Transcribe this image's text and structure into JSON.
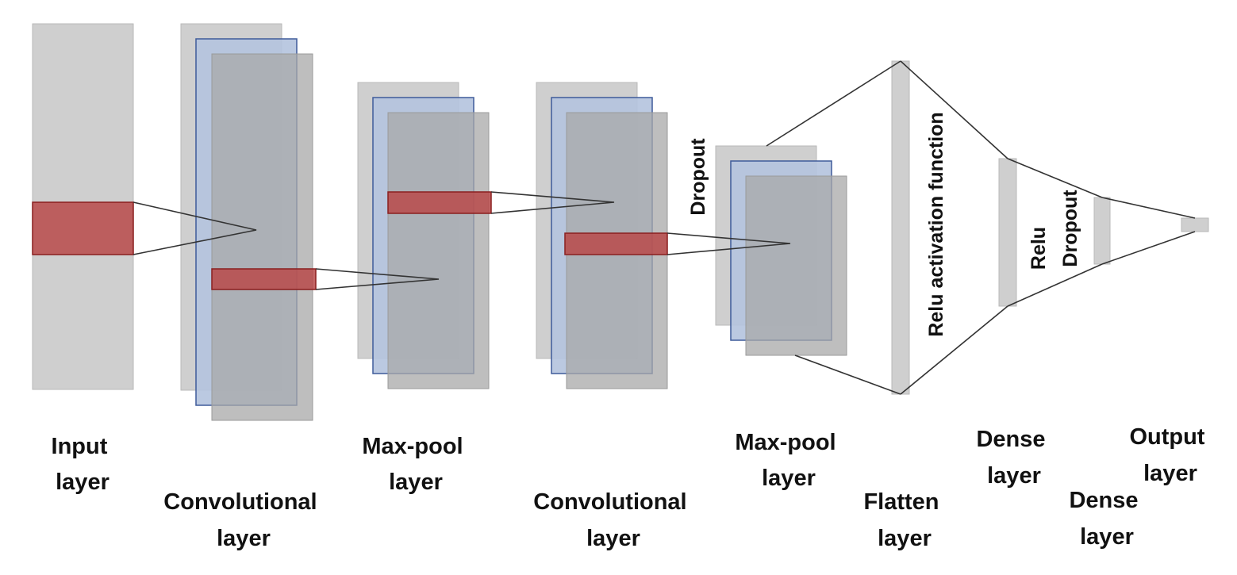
{
  "colors": {
    "gray_fill": "#cfcfcf",
    "gray_stroke": "#b9b9b9",
    "blue_fill": "#b4c3de",
    "blue_stroke": "#3f5b9a",
    "dark_overlay": "#a8a8a8",
    "red_fill": "#b84a4a",
    "red_stroke": "#8a1f1f",
    "line": "#333333"
  },
  "labels": {
    "input_layer": [
      "Input",
      "layer"
    ],
    "conv_layer_1": [
      "Convolutional",
      "layer"
    ],
    "maxpool_layer_1": [
      "Max-pool",
      "layer"
    ],
    "conv_layer_2": [
      "Convolutional",
      "layer"
    ],
    "maxpool_layer_2": [
      "Max-pool",
      "layer"
    ],
    "flatten_layer": [
      "Flatten",
      "layer"
    ],
    "dense_layer_1": [
      "Dense",
      "layer"
    ],
    "dense_layer_2": [
      "Dense",
      "layer"
    ],
    "output_layer": [
      "Output",
      "layer"
    ]
  },
  "annotations": {
    "dropout_1": "Dropout",
    "relu_activation": "Relu activation function",
    "relu": "Relu",
    "dropout_2": "Dropout"
  }
}
